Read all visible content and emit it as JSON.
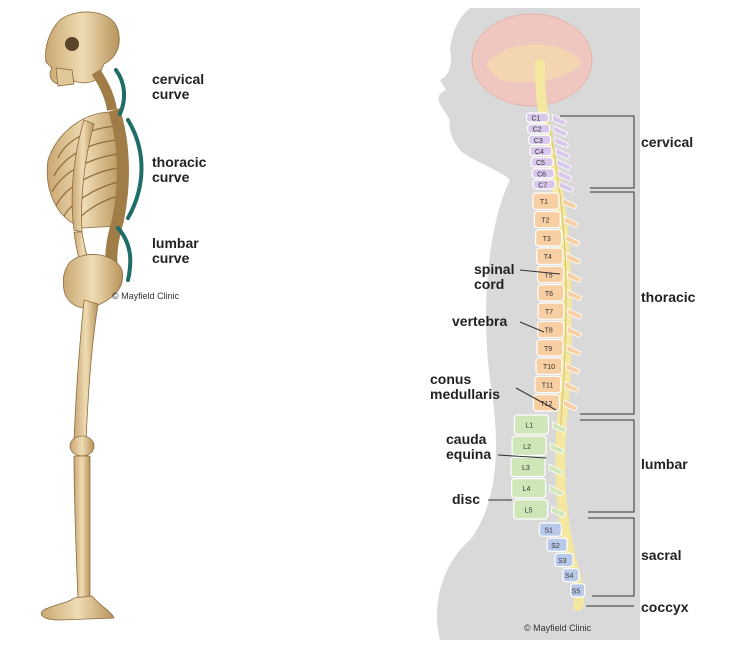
{
  "left_figure": {
    "curves": [
      {
        "id": "cervical",
        "line1": "cervical",
        "line2": "curve"
      },
      {
        "id": "thoracic",
        "line1": "thoracic",
        "line2": "curve"
      },
      {
        "id": "lumbar",
        "line1": "lumbar",
        "line2": "curve"
      }
    ],
    "credit": "© Mayfield Clinic"
  },
  "right_figure": {
    "regions": {
      "cervical": "cervical",
      "thoracic": "thoracic",
      "lumbar": "lumbar",
      "sacral": "sacral",
      "coccyx": "coccyx"
    },
    "structures": {
      "spinal_cord": [
        "spinal",
        "cord"
      ],
      "vertebra": "vertebra",
      "conus_medullaris": [
        "conus",
        "medullaris"
      ],
      "cauda_equina": [
        "cauda",
        "equina"
      ],
      "disc": "disc"
    },
    "vertebra_labels": {
      "cervical": [
        "C1",
        "C2",
        "C3",
        "C4",
        "C5",
        "C6",
        "C7"
      ],
      "thoracic": [
        "T1",
        "T2",
        "T3",
        "T4",
        "T5",
        "T6",
        "T7",
        "T8",
        "T9",
        "T10",
        "T11",
        "T12"
      ],
      "lumbar": [
        "L1",
        "L2",
        "L3",
        "L4",
        "L5"
      ],
      "sacral": [
        "S1",
        "S2",
        "S3",
        "S4",
        "S5"
      ]
    },
    "colors": {
      "cervical": "#d9c8ec",
      "thoracic": "#f7cfa3",
      "lumbar": "#cfe6b8",
      "sacral": "#b8c9ea",
      "body": "#d9d9d9",
      "cord": "#f4e7a0",
      "curve_line": "#1e6d66"
    },
    "credit": "© Mayfield Clinic"
  }
}
